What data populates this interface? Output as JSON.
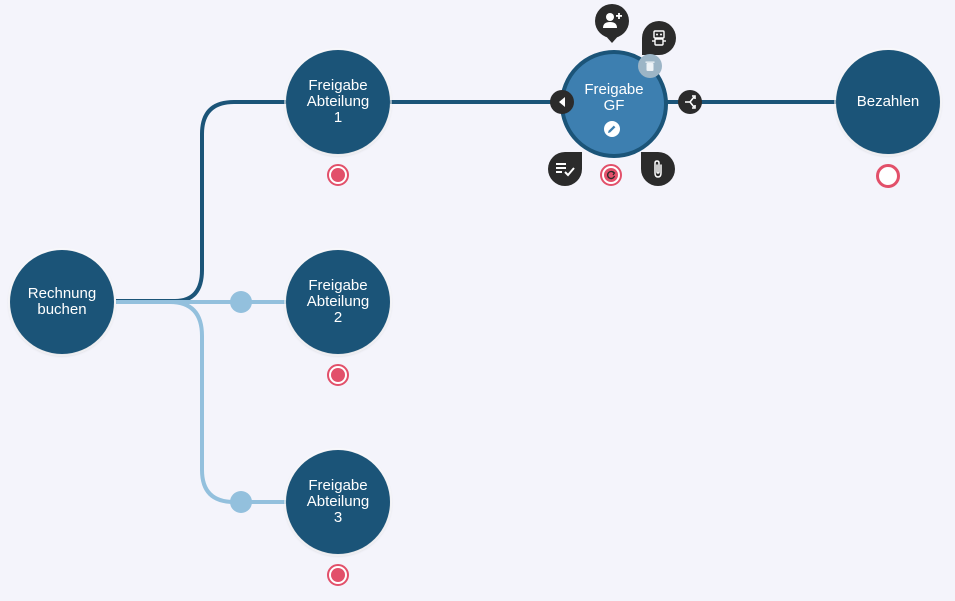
{
  "colors": {
    "background": "#f4f4fb",
    "node": "#1b5478",
    "node_active": "#3d7fb0",
    "line_active": "#1b5478",
    "line_inactive": "#93c0dd",
    "status": "#e2506a",
    "action_bubble": "#2b2b2b"
  },
  "nodes": {
    "rechnung": {
      "label": "Rechnung\nbuchen"
    },
    "abt1": {
      "label": "Freigabe\nAbteilung\n1"
    },
    "abt2": {
      "label": "Freigabe\nAbteilung\n2"
    },
    "abt3": {
      "label": "Freigabe\nAbteilung\n3"
    },
    "gf": {
      "label": "Freigabe\nGF"
    },
    "bezahlen": {
      "label": "Bezahlen"
    }
  },
  "icons": {
    "add_user": "add-user-icon",
    "robot": "robot-icon",
    "trash": "trash-icon",
    "back": "arrow-left-icon",
    "branch": "branch-icon",
    "checklist": "checklist-icon",
    "sync": "sync-icon",
    "attachment": "paperclip-icon",
    "edit": "pencil-icon"
  }
}
